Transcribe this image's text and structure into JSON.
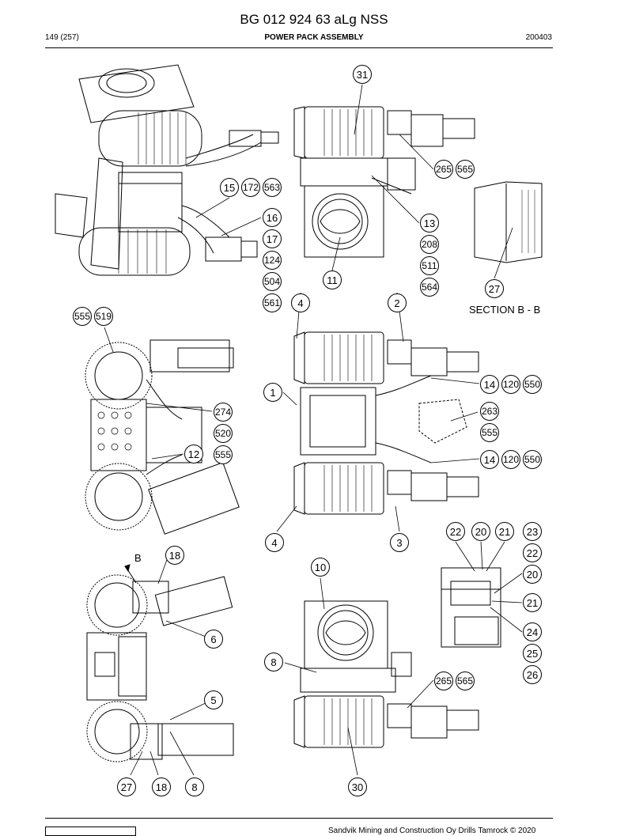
{
  "header": {
    "title": "BG 012 924 63 aLg NSS",
    "page": "149 (257)",
    "section": "POWER PACK ASSEMBLY",
    "code": "200403"
  },
  "footer": {
    "text": "Sandvik Mining and Construction Oy Drills Tamrock © 2020"
  },
  "section_label": "SECTION B - B",
  "view_label": "B",
  "callouts": [
    "31",
    "265",
    "565",
    "15",
    "172",
    "563",
    "16",
    "17",
    "124",
    "504",
    "561",
    "13",
    "208",
    "511",
    "564",
    "11",
    "27",
    "555",
    "519",
    "4",
    "2",
    "274",
    "520",
    "555",
    "12",
    "1",
    "14",
    "120",
    "550",
    "263",
    "555",
    "14",
    "120",
    "550",
    "4",
    "3",
    "22",
    "20",
    "21",
    "23",
    "22",
    "20",
    "21",
    "24",
    "25",
    "26",
    "18",
    "10",
    "6",
    "8",
    "265",
    "565",
    "5",
    "27",
    "18",
    "8",
    "30"
  ],
  "colors": {
    "ink": "#000000",
    "paper": "#ffffff",
    "hatch": "#555555"
  }
}
